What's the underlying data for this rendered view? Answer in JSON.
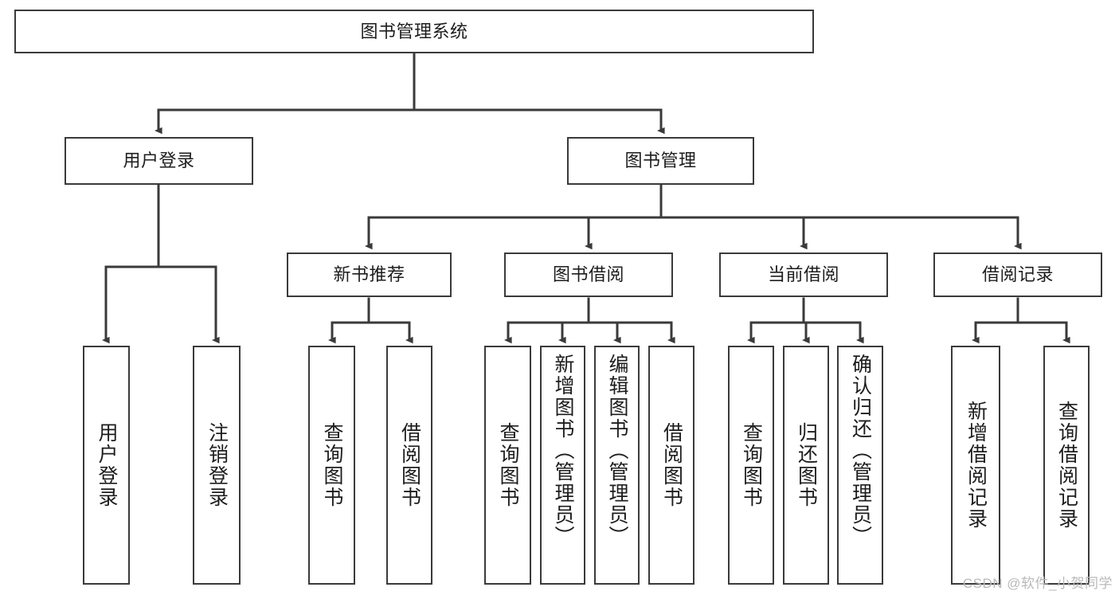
{
  "diagram": {
    "type": "tree-hierarchy-diagram",
    "title": "图书管理系统",
    "colors": {
      "stroke": "#3a3a3a",
      "fill": "#ffffff",
      "text": "#1d1d1d",
      "watermark": "#b9b9b9"
    },
    "root": {
      "id": "root",
      "label": "图书管理系统",
      "orientation": "horizontal"
    },
    "level1": [
      {
        "id": "user-login",
        "label": "用户登录",
        "orientation": "horizontal"
      },
      {
        "id": "book-manage",
        "label": "图书管理",
        "orientation": "horizontal"
      }
    ],
    "level2": [
      {
        "id": "new-book-recommend",
        "label": "新书推荐",
        "orientation": "horizontal",
        "parent": "book-manage"
      },
      {
        "id": "book-borrow",
        "label": "图书借阅",
        "orientation": "horizontal",
        "parent": "book-manage"
      },
      {
        "id": "current-borrow",
        "label": "当前借阅",
        "orientation": "horizontal",
        "parent": "book-manage"
      },
      {
        "id": "borrow-record",
        "label": "借阅记录",
        "orientation": "horizontal",
        "parent": "book-manage"
      }
    ],
    "leaves": [
      {
        "id": "leaf-user-login",
        "label": "用户登录",
        "orientation": "vertical",
        "parent": "user-login"
      },
      {
        "id": "leaf-logout-login",
        "label": "注销登录",
        "orientation": "vertical",
        "parent": "user-login"
      },
      {
        "id": "leaf-query-book-1",
        "label": "查询图书",
        "orientation": "vertical",
        "parent": "new-book-recommend"
      },
      {
        "id": "leaf-borrow-book-1",
        "label": "借阅图书",
        "orientation": "vertical",
        "parent": "new-book-recommend"
      },
      {
        "id": "leaf-query-book-2",
        "label": "查询图书",
        "orientation": "vertical",
        "parent": "book-borrow"
      },
      {
        "id": "leaf-add-book",
        "label": "新增图书（管理员）",
        "orientation": "vertical",
        "parent": "book-borrow"
      },
      {
        "id": "leaf-edit-book",
        "label": "编辑图书（管理员）",
        "orientation": "vertical",
        "parent": "book-borrow"
      },
      {
        "id": "leaf-borrow-book-2",
        "label": "借阅图书",
        "orientation": "vertical",
        "parent": "book-borrow"
      },
      {
        "id": "leaf-query-book-3",
        "label": "查询图书",
        "orientation": "vertical",
        "parent": "current-borrow"
      },
      {
        "id": "leaf-return-book",
        "label": "归还图书",
        "orientation": "vertical",
        "parent": "current-borrow"
      },
      {
        "id": "leaf-confirm-return",
        "label": "确认归还（管理员）",
        "orientation": "vertical",
        "parent": "current-borrow"
      },
      {
        "id": "leaf-add-record",
        "label": "新增借阅记录",
        "orientation": "vertical",
        "parent": "borrow-record"
      },
      {
        "id": "leaf-query-record",
        "label": "查询借阅记录",
        "orientation": "vertical",
        "parent": "borrow-record"
      }
    ]
  },
  "watermark": {
    "text": "CSDN @软件_小贺同学"
  }
}
